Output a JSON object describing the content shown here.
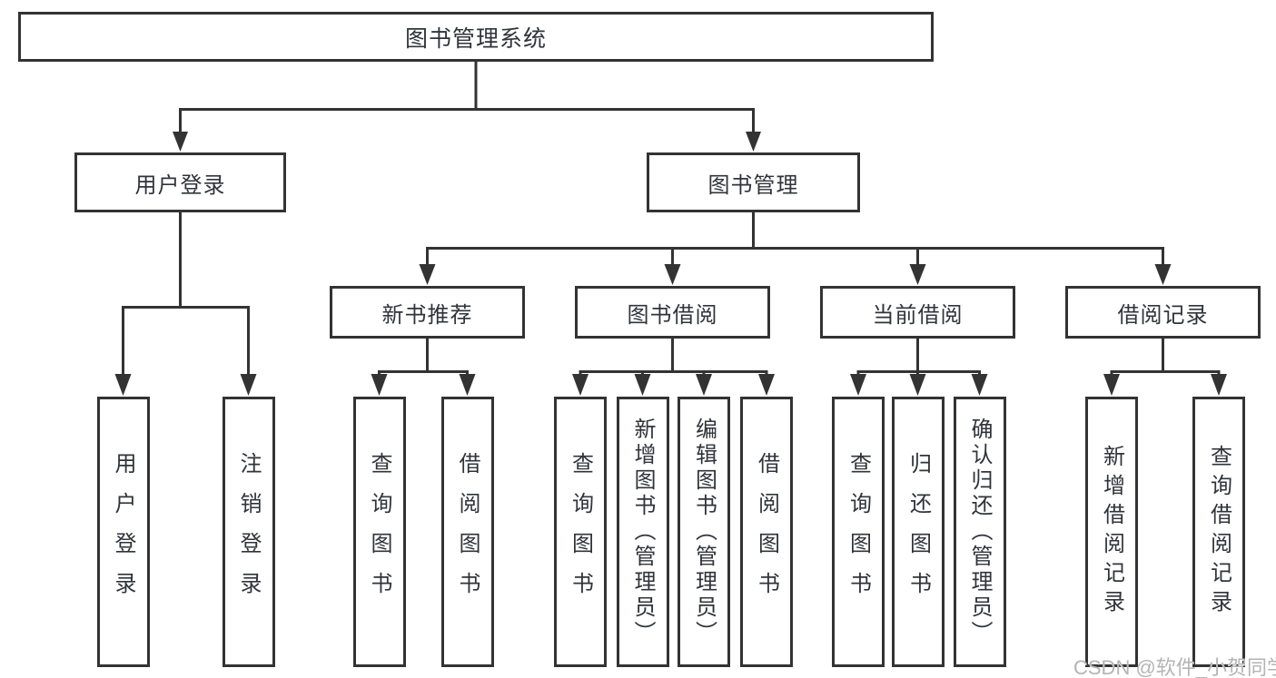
{
  "tree": {
    "label": "图书管理系统",
    "children": [
      {
        "label": "用户登录",
        "children": [
          {
            "label": "用户登录"
          },
          {
            "label": "注销登录"
          }
        ]
      },
      {
        "label": "图书管理",
        "children": [
          {
            "label": "新书推荐",
            "children": [
              {
                "label": "查询图书"
              },
              {
                "label": "借阅图书"
              }
            ]
          },
          {
            "label": "图书借阅",
            "children": [
              {
                "label": "查询图书"
              },
              {
                "label": "新增图书（管理员）"
              },
              {
                "label": "编辑图书（管理员）"
              },
              {
                "label": "借阅图书"
              }
            ]
          },
          {
            "label": "当前借阅",
            "children": [
              {
                "label": "查询图书"
              },
              {
                "label": "归还图书"
              },
              {
                "label": "确认归还（管理员）"
              }
            ]
          },
          {
            "label": "借阅记录",
            "children": [
              {
                "label": "新增借阅记录"
              },
              {
                "label": "查询借阅记录"
              }
            ]
          }
        ]
      }
    ]
  },
  "watermark": "CSDN @软件_小贺同学",
  "colors": {
    "line": "#333333",
    "box_border": "#333333",
    "text": "#30343a",
    "watermark": "#b4b4b4",
    "background": "#ffffff"
  }
}
